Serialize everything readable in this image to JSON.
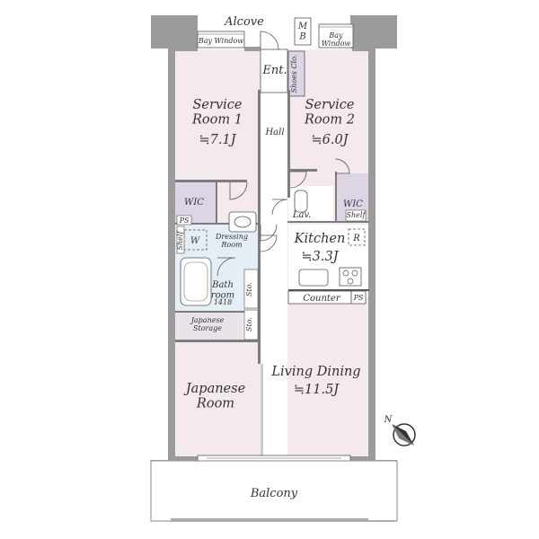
{
  "plan": {
    "colors": {
      "wall": "#9b9b9b",
      "wall_dark": "#7d7d7d",
      "room_fill": "#f4e9ec",
      "wic_fill": "#ddd4e6",
      "wet_fill": "#e6eef5",
      "floor_white": "#ffffff",
      "line": "#555555"
    },
    "labels": {
      "alcove": "Alcove",
      "bay_window_left": "Bay Window",
      "mb": "M\nB",
      "bay_window_right": "Bay\nWindow",
      "ent": "Ent.",
      "shoes_clo": "Shoes Clo.",
      "hall": "Hall",
      "service_room_1": "Service\nRoom 1",
      "service_room_1_area": "≒7.1J",
      "service_room_2": "Service\nRoom 2",
      "service_room_2_area": "≒6.0J",
      "wic_left": "WIC",
      "wic_right": "WIC",
      "shelf_right": "Shelf",
      "ps_left": "PS",
      "lav": "Lav.",
      "w_mark": "W",
      "dressing_room": "Dressing\nRoom",
      "shelf_left": "Shelf",
      "kitchen": "Kitchen",
      "kitchen_area": "≒3.3J",
      "r_mark": "R",
      "bath_room": "Bath\nroom",
      "bath_size": "1418",
      "sto_1": "Sto.",
      "sto_2": "Sto.",
      "counter": "Counter",
      "ps_right": "PS",
      "japanese_storage": "Japanese\nStorage",
      "living_dining": "Living Dining",
      "living_dining_area": "≒11.5J",
      "japanese_room": "Japanese\nRoom",
      "north": "N",
      "balcony": "Balcony"
    }
  }
}
